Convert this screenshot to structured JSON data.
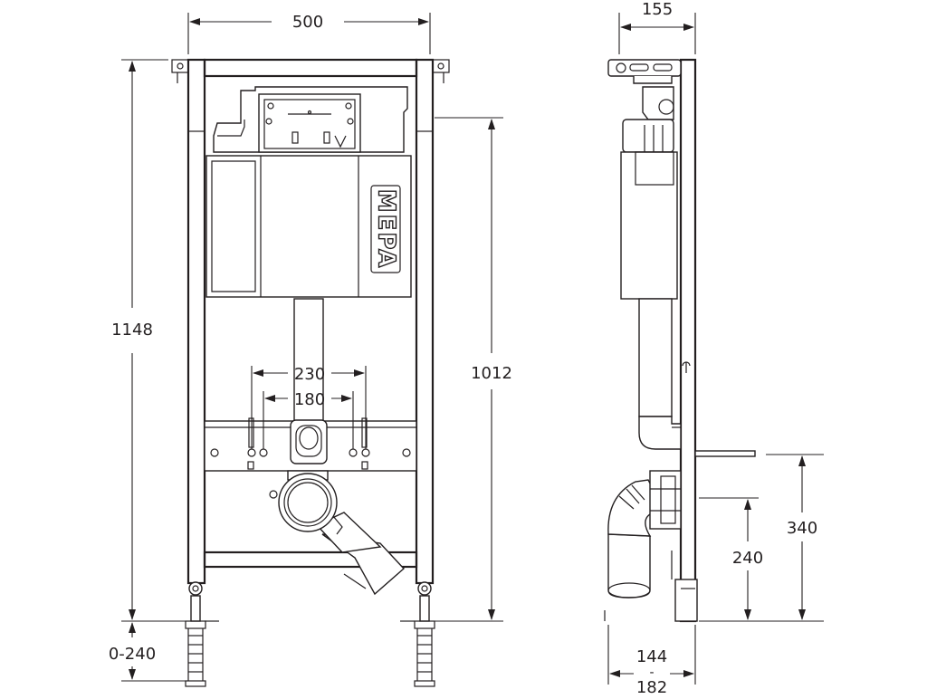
{
  "front_view": {
    "dimensions": {
      "width": "500",
      "height": "1148",
      "frame_height": "1012",
      "bolt_spacing_outer": "230",
      "bolt_spacing_inner": "180",
      "leg_adjustment": "0-240"
    },
    "logo_text": "MEPA"
  },
  "side_view": {
    "dimensions": {
      "depth": "155",
      "waste_height": "340",
      "supply_height": "240",
      "installation_depth_min": "144",
      "installation_depth_separator": "-",
      "installation_depth_max": "182"
    }
  },
  "colors": {
    "line": "#231f20",
    "background": "#ffffff"
  }
}
